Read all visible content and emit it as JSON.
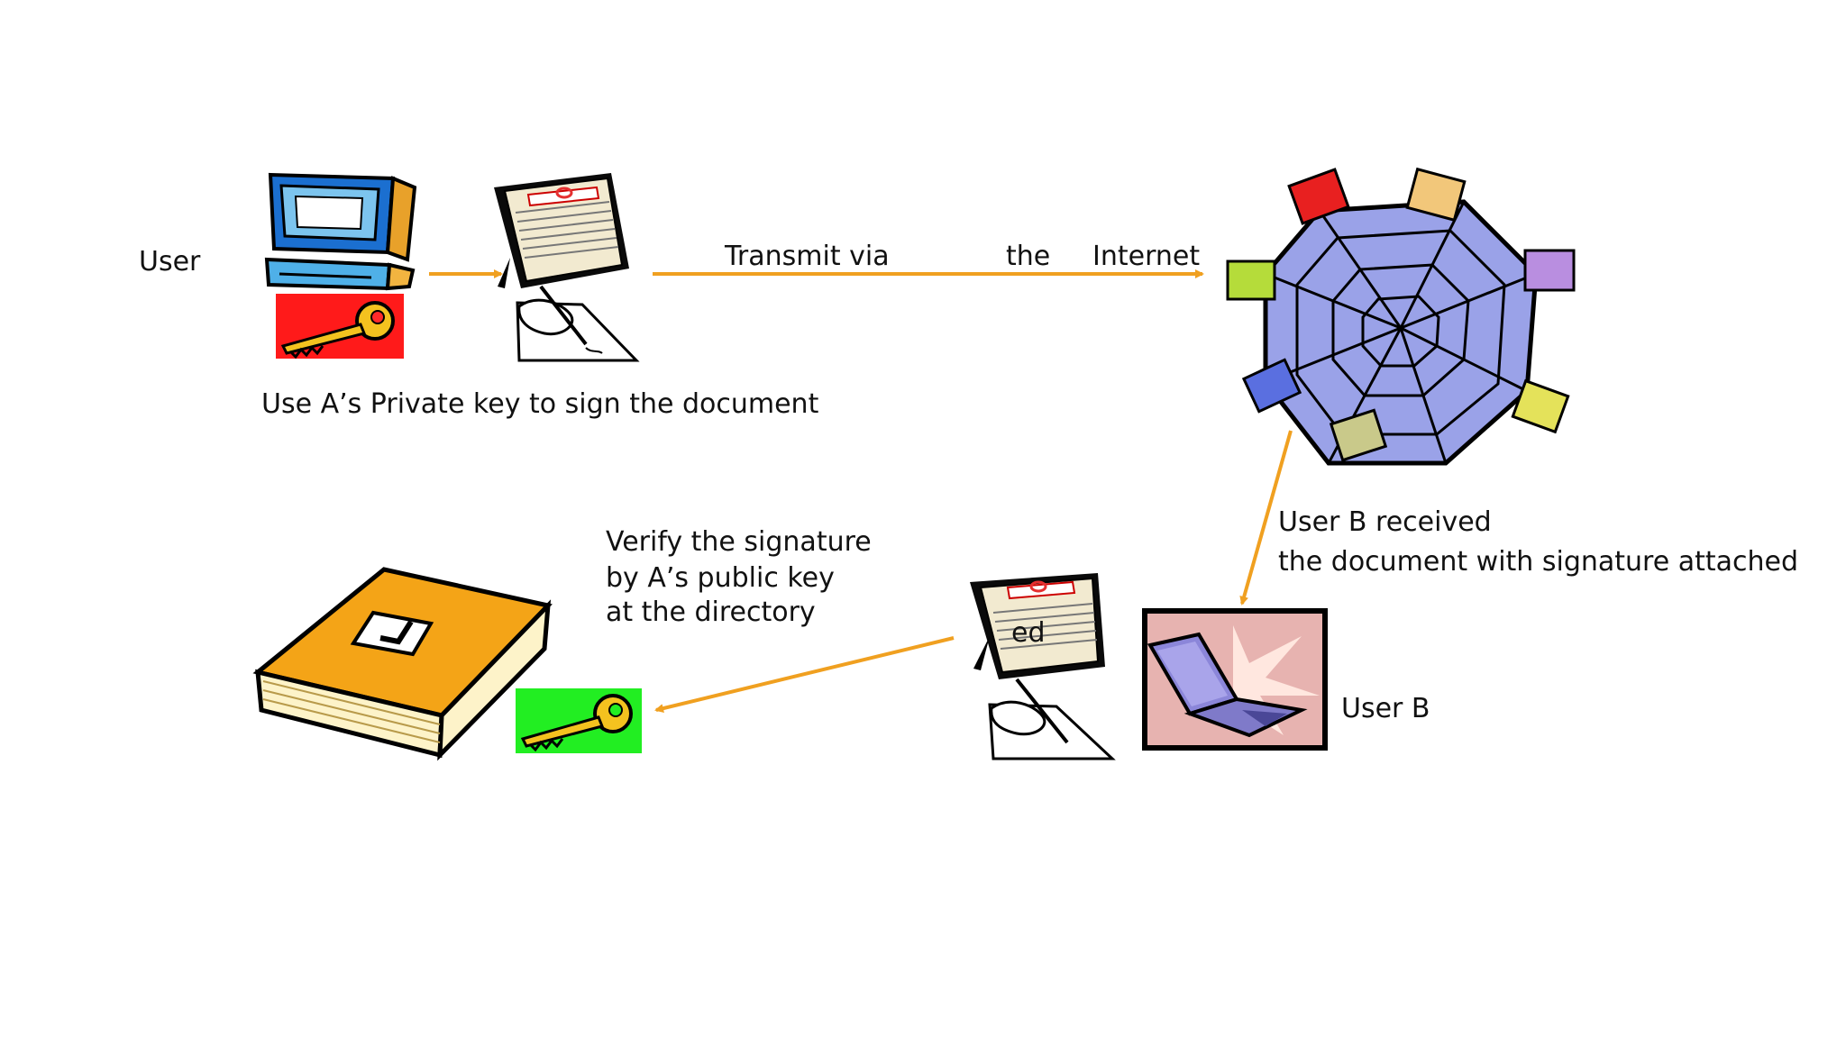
{
  "labels": {
    "user": "User",
    "sign_caption": "Use A’s Private key to sign the document",
    "transmit": [
      "Transmit via",
      "the",
      "Internet"
    ],
    "received": [
      "User B received",
      "the document with signature attached"
    ],
    "verify": [
      "Verify the signature",
      "by A’s public key",
      "at the directory"
    ],
    "user_b": "User B",
    "doc_fragment": "ed"
  },
  "colors": {
    "arrow": "#f0a020",
    "private_key_bg": "#ff1a1a",
    "public_key_bg": "#22ee22",
    "book": "#f4a417",
    "web": "#9aa2e8"
  },
  "icons": {
    "sender_computer": "desktop-computer-icon",
    "private_key": "key-icon",
    "signing_doc": "signed-document-icon",
    "internet": "network-web-icon",
    "laptop": "laptop-icon",
    "directory": "book-icon",
    "public_key": "key-icon"
  }
}
